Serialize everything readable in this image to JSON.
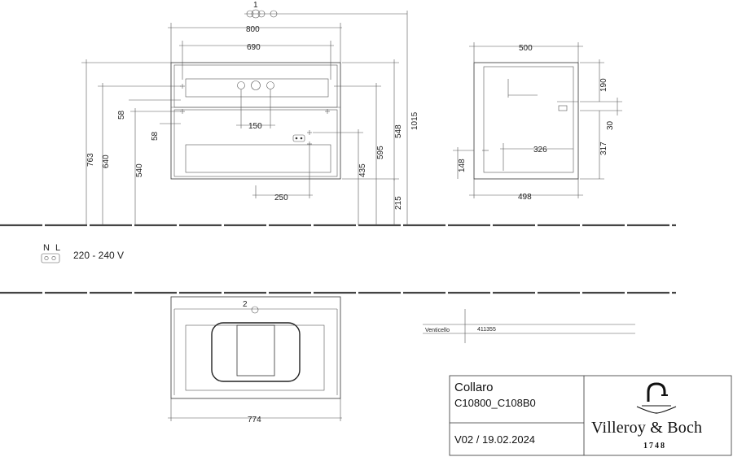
{
  "front_view": {
    "marker": "1",
    "dims": {
      "width_outer": "800",
      "width_inner": "690",
      "height_763": "763",
      "height_640": "640",
      "height_540": "540",
      "dim_58_a": "58",
      "dim_58_b": "58",
      "dim_150": "150",
      "dim_250": "250",
      "dim_435": "435",
      "dim_595": "595",
      "dim_548": "548",
      "dim_215": "215",
      "dim_1015": "1015"
    }
  },
  "side_view": {
    "dims": {
      "depth_top": "500",
      "depth_bottom": "498",
      "dim_190": "190",
      "dim_30": "30",
      "dim_326": "326",
      "dim_317": "317",
      "dim_148": "148"
    }
  },
  "electrical": {
    "n_label": "N",
    "l_label": "L",
    "voltage": "220 - 240 V"
  },
  "top_view": {
    "marker": "2",
    "dim_774": "774"
  },
  "article_table": {
    "color_name": "Venticello",
    "article_no": "411355"
  },
  "title_block": {
    "product": "Collaro",
    "codes": "C10800_C108B0",
    "version": "V02 / 19.02.2024",
    "brand": "Villeroy & Boch",
    "year": "1748"
  }
}
